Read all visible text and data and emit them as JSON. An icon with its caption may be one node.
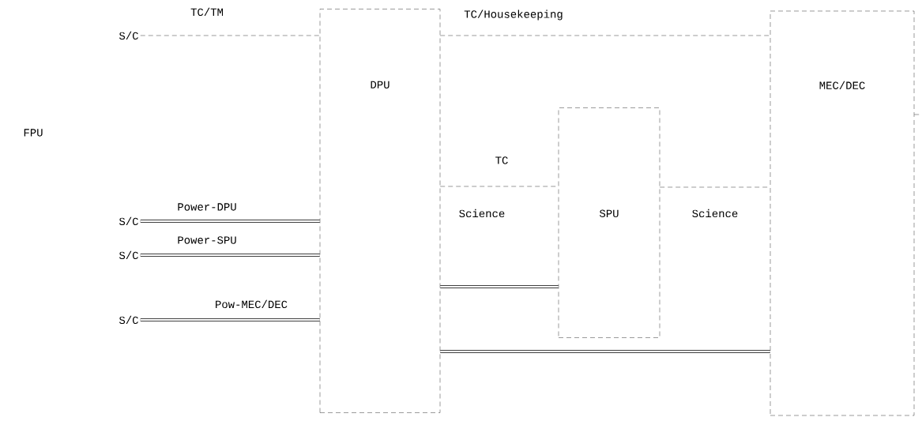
{
  "diagram": {
    "nodes": [
      {
        "text": [
          "S/C"
        ]
      },
      {
        "text": [
          "DPU"
        ]
      },
      {
        "text": [
          "MEC/DEC"
        ]
      },
      {
        "text": [
          "SPU"
        ]
      },
      {
        "text": [
          "S/C"
        ]
      },
      {
        "text": [
          "S/C"
        ]
      },
      {
        "text": [
          "S/C"
        ]
      }
    ],
    "edges": [
      {
        "from": 0,
        "to": 1,
        "arrow": "none",
        "label": "TC/TM",
        "style": "dashed"
      },
      {
        "from": 1,
        "to": 2,
        "arrow": "none",
        "label": "TC/Housekeeping",
        "style": "dashed"
      },
      {
        "from": 1,
        "to": 3,
        "arrow": "none",
        "label": "TC",
        "style": "dashed"
      },
      {
        "from": 3,
        "to": 2,
        "arrow": "none",
        "label": "Science",
        "style": "dashed"
      },
      {
        "from": 4,
        "to": 1,
        "arrow": "none",
        "label": "Power-DPU",
        "style": "thick"
      },
      {
        "from": 5,
        "to": 1,
        "arrow": "none",
        "label": "Power-SPU",
        "style": "thick"
      },
      {
        "from": 6,
        "to": 1,
        "arrow": "none",
        "label": "Pow-MEC/DEC",
        "style": "thick"
      },
      {
        "from": 1,
        "to": 3,
        "arrow": "none",
        "style": "thick"
      },
      {
        "from": 1,
        "to": 2,
        "arrow": "none",
        "style": "thick"
      },
      {
        "from": 2,
        "to": null,
        "arrow": "none",
        "style": "dashed"
      }
    ],
    "labels": [
      "FPU",
      "Science"
    ]
  }
}
